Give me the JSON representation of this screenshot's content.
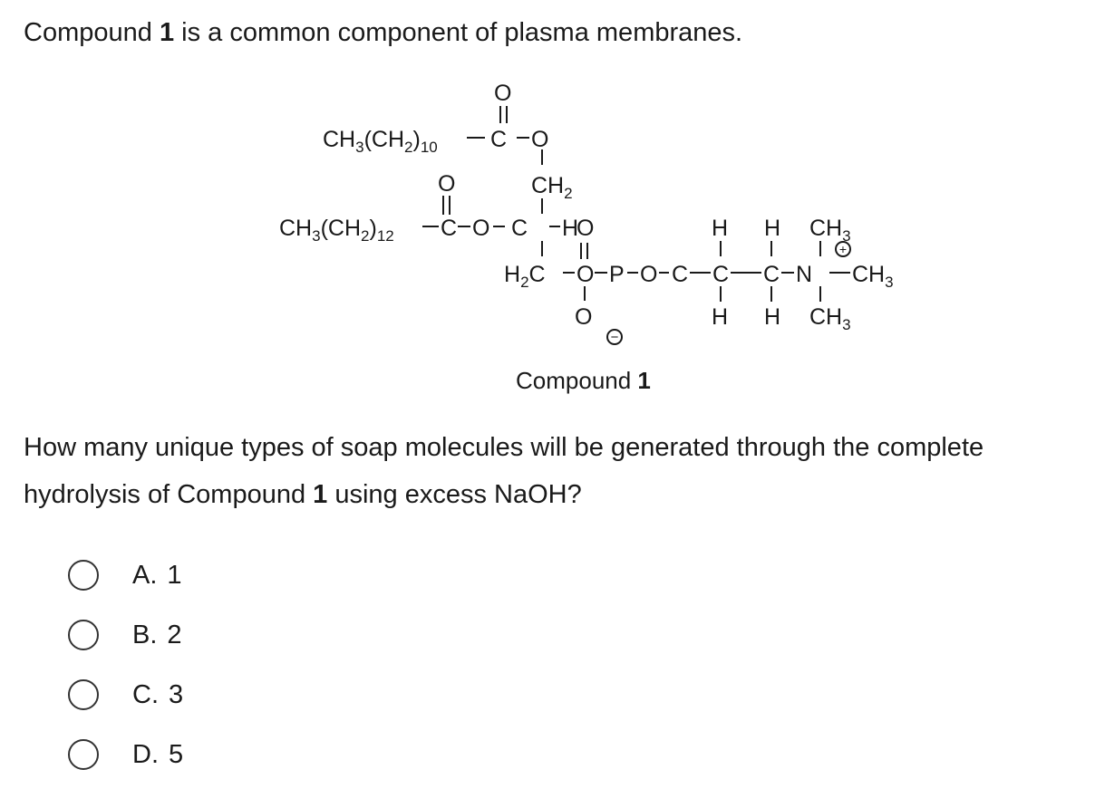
{
  "intro": {
    "prefix": "Compound ",
    "bold": "1",
    "suffix": " is a common component of plasma membranes."
  },
  "structure": {
    "chain_top": {
      "ch3": "CH",
      "sub3": "3",
      "open": "(CH",
      "sub2": "2",
      "close": ")",
      "sub_n": "10"
    },
    "chain_mid": {
      "ch3": "CH",
      "sub3": "3",
      "open": "(CH",
      "sub2": "2",
      "close": ")",
      "sub_n": "12"
    },
    "atoms": {
      "O": "O",
      "C": "C",
      "H": "H",
      "P": "P",
      "N": "N",
      "CH": "CH",
      "sub2": "2",
      "sub3": "3",
      "H2C": "H",
      "plus": "+",
      "minus": "−"
    },
    "caption": {
      "prefix": "Compound ",
      "bold": "1"
    }
  },
  "question": {
    "text1": "How many unique types of soap molecules will be generated through the complete hydrolysis of Compound ",
    "bold": "1",
    "text2": " using excess NaOH?"
  },
  "options": [
    {
      "letter": "A.",
      "value": "1"
    },
    {
      "letter": "B.",
      "value": "2"
    },
    {
      "letter": "C.",
      "value": "3"
    },
    {
      "letter": "D.",
      "value": "5"
    }
  ]
}
